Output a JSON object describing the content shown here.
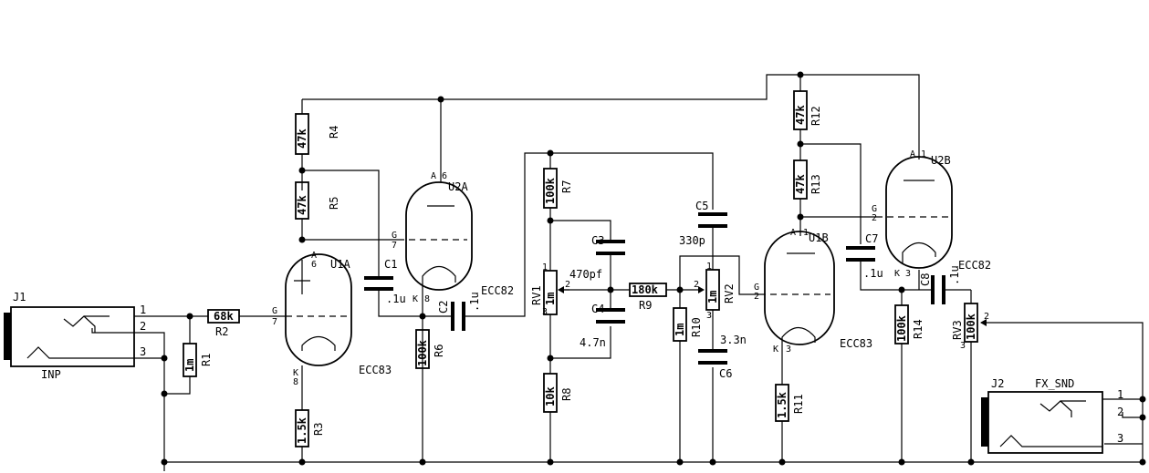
{
  "connectors": {
    "j1": {
      "ref": "J1",
      "name": "INP",
      "pins": [
        "1",
        "2",
        "3"
      ]
    },
    "j2": {
      "ref": "J2",
      "name": "FX_SND",
      "pins": [
        "1",
        "2",
        "3"
      ]
    }
  },
  "resistors": {
    "r1": {
      "ref": "R1",
      "value": "1m"
    },
    "r2": {
      "ref": "R2",
      "value": "68k"
    },
    "r3": {
      "ref": "R3",
      "value": "1.5k"
    },
    "r4": {
      "ref": "R4",
      "value": "47k"
    },
    "r5": {
      "ref": "R5",
      "value": "47k"
    },
    "r6": {
      "ref": "R6",
      "value": "100k"
    },
    "r7": {
      "ref": "R7",
      "value": "100k"
    },
    "r8": {
      "ref": "R8",
      "value": "10k"
    },
    "r9": {
      "ref": "R9",
      "value": "180k"
    },
    "r10": {
      "ref": "R10",
      "value": "1m"
    },
    "r11": {
      "ref": "R11",
      "value": "1.5k"
    },
    "r12": {
      "ref": "R12",
      "value": "47k"
    },
    "r13": {
      "ref": "R13",
      "value": "47k"
    },
    "r14": {
      "ref": "R14",
      "value": "100k"
    }
  },
  "pots": {
    "rv1": {
      "ref": "RV1",
      "value": "1m"
    },
    "rv2": {
      "ref": "RV2",
      "value": "1m"
    },
    "rv3": {
      "ref": "RV3",
      "value": "100k"
    }
  },
  "capacitors": {
    "c1": {
      "ref": "C1",
      "value": ".1u"
    },
    "c2": {
      "ref": "C2",
      "value": ".1u"
    },
    "c3": {
      "ref": "C3",
      "value": "470pf"
    },
    "c4": {
      "ref": "C4",
      "value": "4.7n"
    },
    "c5": {
      "ref": "C5",
      "value": "330p"
    },
    "c6": {
      "ref": "C6",
      "value": "3.3n"
    },
    "c7": {
      "ref": "C7",
      "value": ".1u"
    },
    "c8": {
      "ref": "C8",
      "value": ".1u"
    }
  },
  "tubes": {
    "u1a": {
      "ref": "U1A",
      "type": "ECC83"
    },
    "u2a": {
      "ref": "U2A",
      "type": "ECC82"
    },
    "u1b": {
      "ref": "U1B",
      "type": "ECC83"
    },
    "u2b": {
      "ref": "U2B",
      "type": "ECC82"
    }
  },
  "pin_labels": {
    "anode": "A",
    "grid": "G",
    "cathode": "K",
    "p1": "1",
    "p2": "2",
    "p3": "3",
    "p6": "6",
    "p7": "7",
    "p8": "8"
  }
}
